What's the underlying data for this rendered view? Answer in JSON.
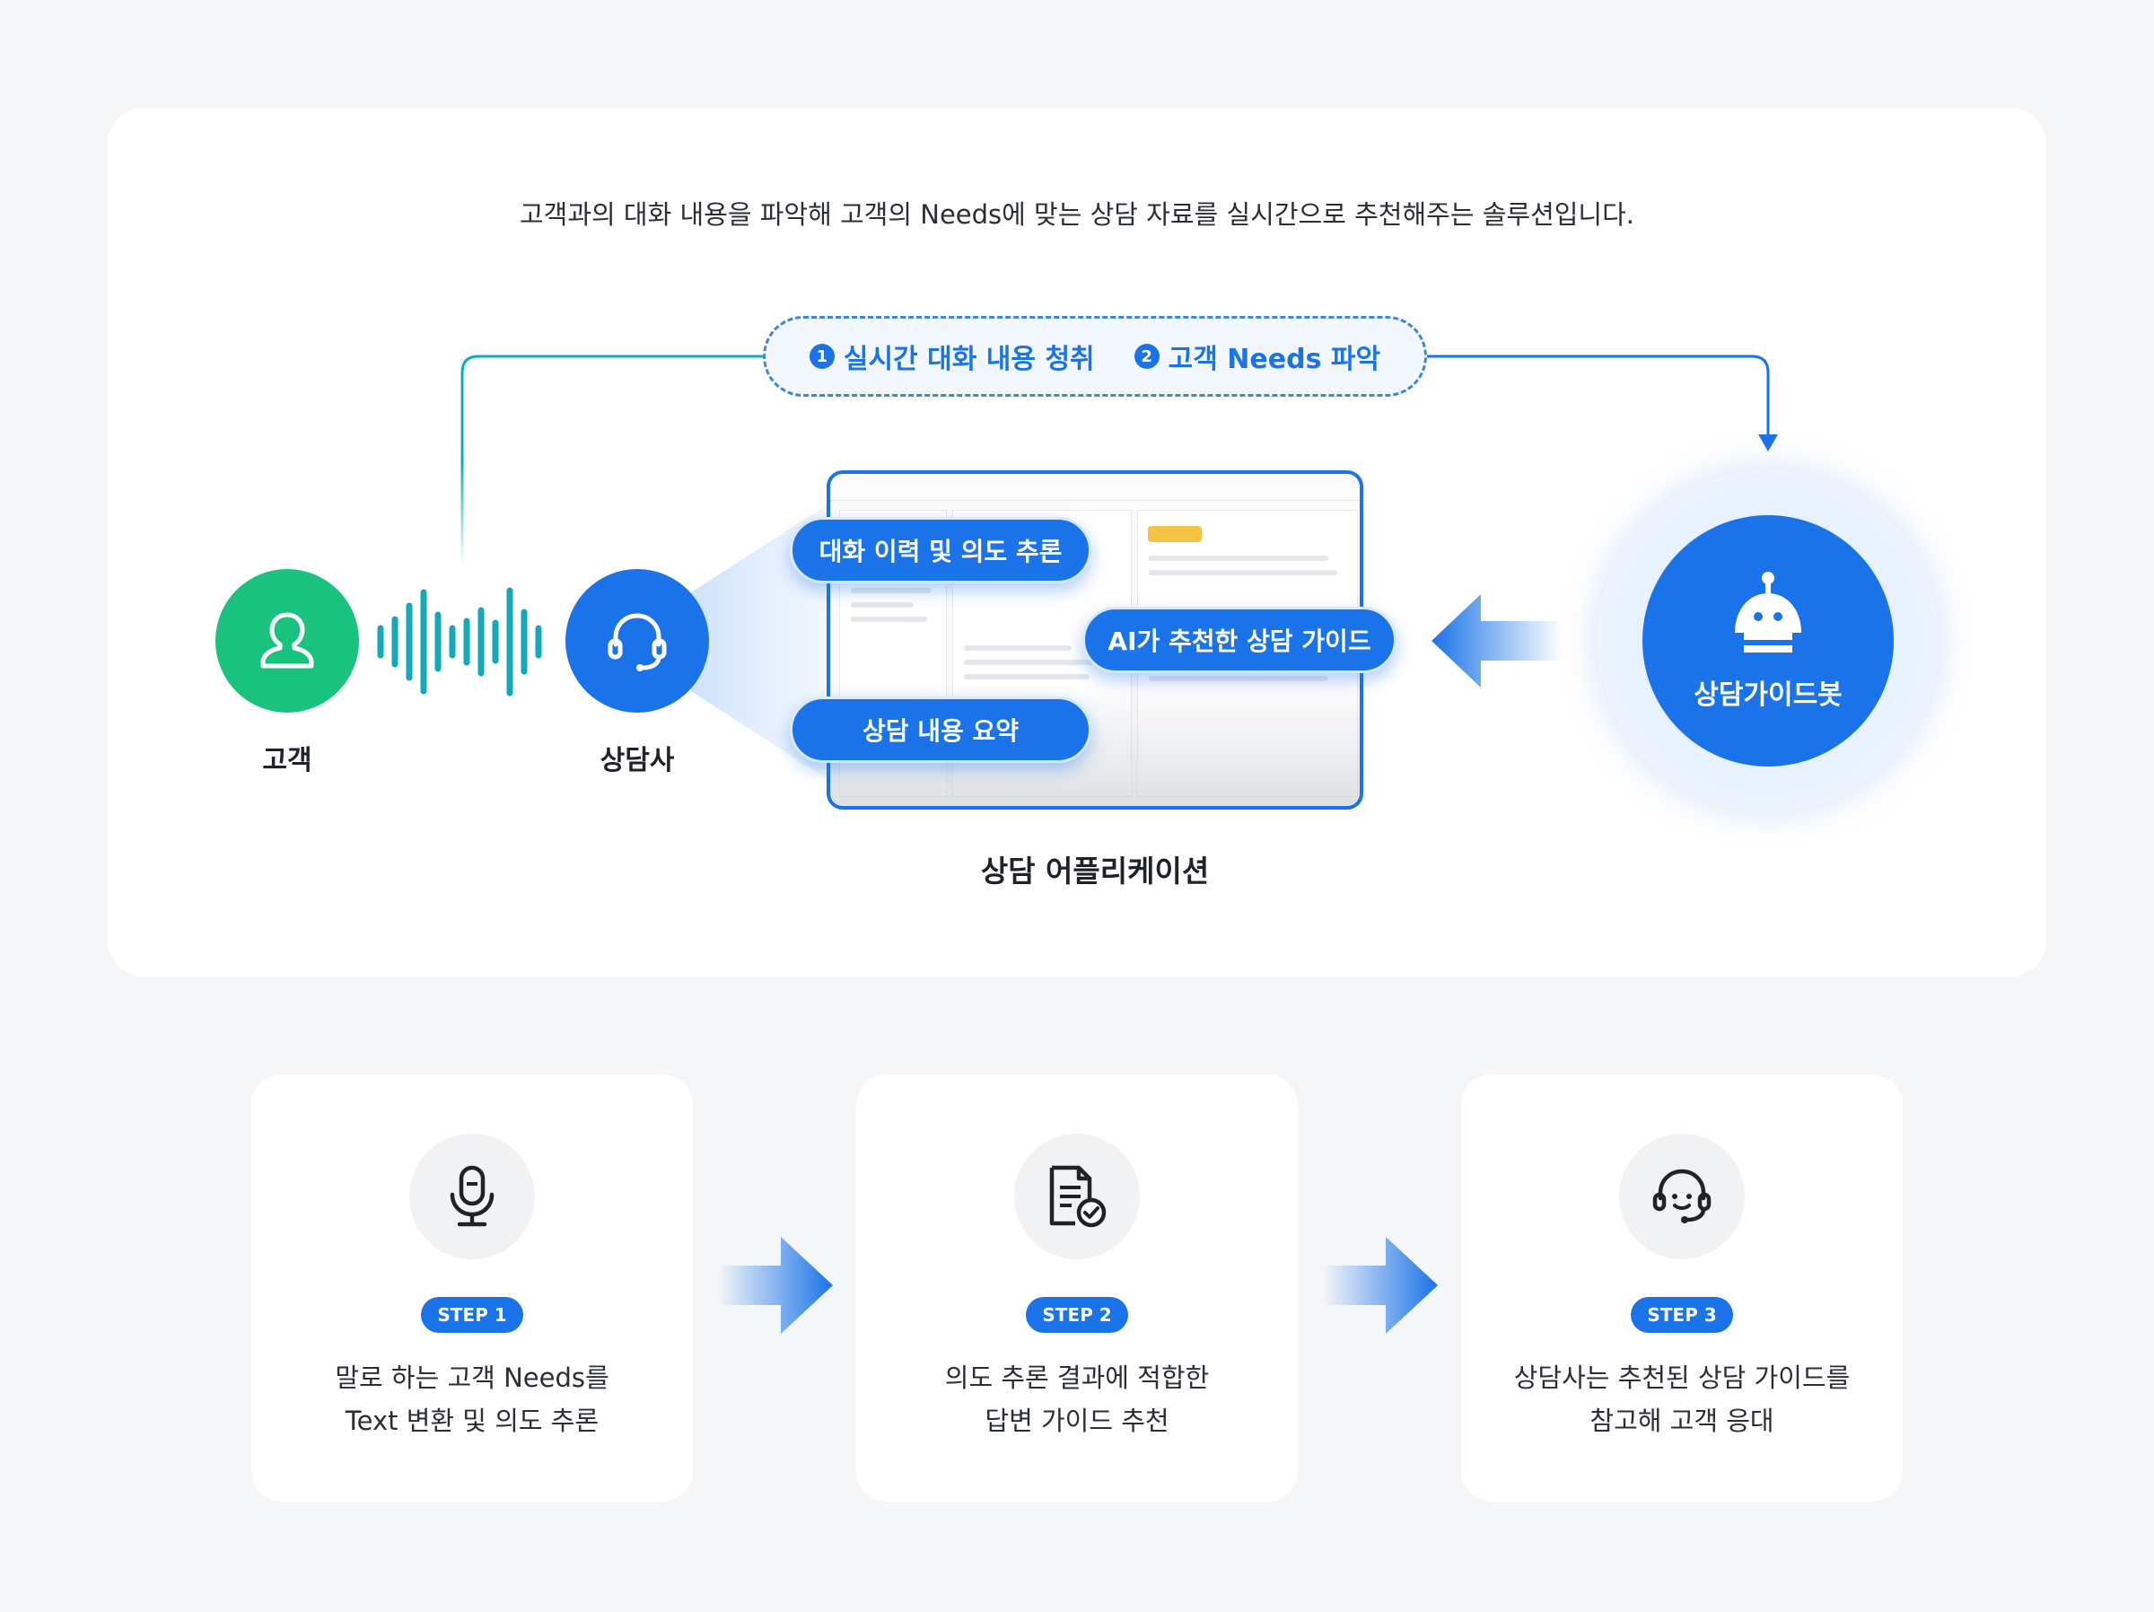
{
  "intro": "고객과의 대화 내용을 파악해 고객의 Needs에 맞는 상담 자료를 실시간으로 추천해주는 솔루션입니다.",
  "flow": {
    "step1_num": "1",
    "step1": "실시간 대화 내용 청취",
    "step2_num": "2",
    "step2": "고객 Needs 파악"
  },
  "nodes": {
    "customer": "고객",
    "counselor": "상담사",
    "bot": "상담가이드봇",
    "app": "상담 어플리케이션"
  },
  "chips": {
    "history": "대화 이력 및 의도 추론",
    "ai_guide": "AI가 추천한 상담 가이드",
    "summary": "상담 내용 요약"
  },
  "colors": {
    "primary": "#1a73e8",
    "customer_green": "#19c37d",
    "wave_teal": "#13a9b8",
    "background": "#f5f6f8"
  },
  "steps": [
    {
      "label": "STEP 1",
      "line1": "말로 하는 고객 Needs를",
      "line2": "Text 변환 및 의도 추론",
      "icon": "microphone-icon"
    },
    {
      "label": "STEP 2",
      "line1": "의도 추론 결과에 적합한",
      "line2": "답변 가이드 추천",
      "icon": "document-check-icon"
    },
    {
      "label": "STEP 3",
      "line1": "상담사는 추천된 상담 가이드를",
      "line2": "참고해 고객 응대",
      "icon": "headset-smile-icon"
    }
  ]
}
